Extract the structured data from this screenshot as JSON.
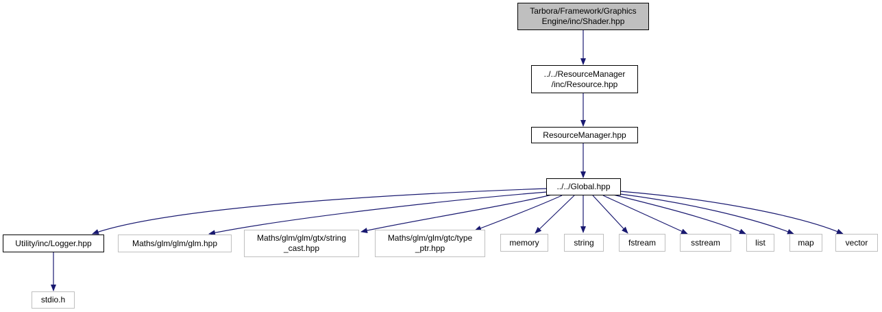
{
  "colors": {
    "edge": "#191970",
    "root_fill": "#bfbfbf",
    "external_border": "#bfbfbf",
    "node_border": "#000000"
  },
  "nodes": {
    "shader": [
      "Tarbora/Framework/Graphics",
      "Engine/inc/Shader.hpp"
    ],
    "resource": [
      "../../ResourceManager",
      "/inc/Resource.hpp"
    ],
    "resource_manager": [
      "ResourceManager.hpp"
    ],
    "global": [
      "../../Global.hpp"
    ],
    "logger": [
      "Utility/inc/Logger.hpp"
    ],
    "glm": [
      "Maths/glm/glm/glm.hpp"
    ],
    "string_cast": [
      "Maths/glm/glm/gtx/string",
      "_cast.hpp"
    ],
    "type_ptr": [
      "Maths/glm/glm/gtc/type",
      "_ptr.hpp"
    ],
    "memory": [
      "memory"
    ],
    "string": [
      "string"
    ],
    "fstream": [
      "fstream"
    ],
    "sstream": [
      "sstream"
    ],
    "list": [
      "list"
    ],
    "map": [
      "map"
    ],
    "vector": [
      "vector"
    ],
    "stdio": [
      "stdio.h"
    ]
  }
}
